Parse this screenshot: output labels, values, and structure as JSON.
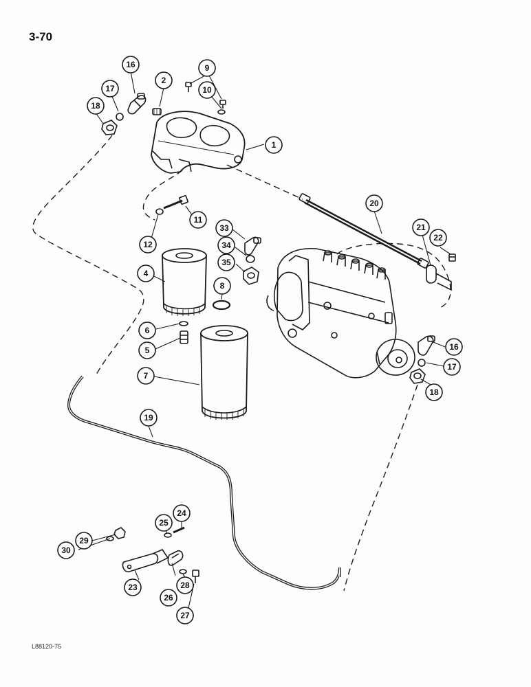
{
  "page": {
    "number": "3-70",
    "reference_code": "L88120-75"
  },
  "callouts": [
    {
      "id": "c1",
      "label": "1",
      "part": "filter-head"
    },
    {
      "id": "c2",
      "label": "2",
      "part": "plug"
    },
    {
      "id": "c4",
      "label": "4",
      "part": "primary-filter"
    },
    {
      "id": "c5",
      "label": "5",
      "part": "adapter"
    },
    {
      "id": "c6",
      "label": "6",
      "part": "o-ring"
    },
    {
      "id": "c7",
      "label": "7",
      "part": "secondary-filter"
    },
    {
      "id": "c8",
      "label": "8",
      "part": "seal-ring"
    },
    {
      "id": "c9",
      "label": "9",
      "part": "cap-screw"
    },
    {
      "id": "c10",
      "label": "10",
      "part": "washer"
    },
    {
      "id": "c11",
      "label": "11",
      "part": "cap-screw"
    },
    {
      "id": "c12",
      "label": "12",
      "part": "washer"
    },
    {
      "id": "c16a",
      "label": "16",
      "part": "elbow"
    },
    {
      "id": "c17a",
      "label": "17",
      "part": "sleeve"
    },
    {
      "id": "c18a",
      "label": "18",
      "part": "nut"
    },
    {
      "id": "c16b",
      "label": "16",
      "part": "elbow"
    },
    {
      "id": "c17b",
      "label": "17",
      "part": "sleeve"
    },
    {
      "id": "c18b",
      "label": "18",
      "part": "nut"
    },
    {
      "id": "c19",
      "label": "19",
      "part": "fuel-line"
    },
    {
      "id": "c20",
      "label": "20",
      "part": "hose"
    },
    {
      "id": "c21",
      "label": "21",
      "part": "banjo-fitting"
    },
    {
      "id": "c22",
      "label": "22",
      "part": "bleed-screw"
    },
    {
      "id": "c23",
      "label": "23",
      "part": "bracket"
    },
    {
      "id": "c24",
      "label": "24",
      "part": "cap-screw"
    },
    {
      "id": "c25",
      "label": "25",
      "part": "washer"
    },
    {
      "id": "c26",
      "label": "26",
      "part": "clamp"
    },
    {
      "id": "c27",
      "label": "27",
      "part": "cap-screw"
    },
    {
      "id": "c28",
      "label": "28",
      "part": "washer"
    },
    {
      "id": "c29",
      "label": "29",
      "part": "washer"
    },
    {
      "id": "c30",
      "label": "30",
      "part": "nut"
    },
    {
      "id": "c33",
      "label": "33",
      "part": "elbow"
    },
    {
      "id": "c34",
      "label": "34",
      "part": "sleeve"
    },
    {
      "id": "c35",
      "label": "35",
      "part": "nut"
    }
  ],
  "colors": {
    "ink": "#1a1a1a",
    "paper": "#fdfdfd"
  }
}
